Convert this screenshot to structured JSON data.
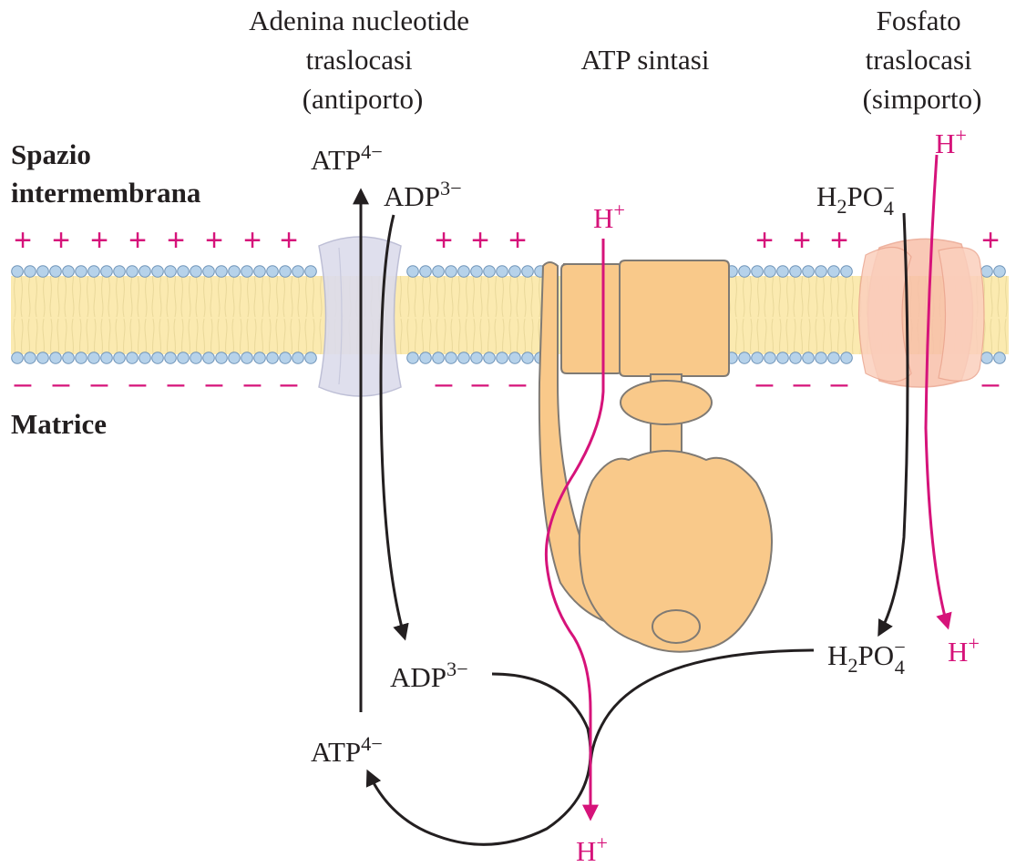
{
  "labels": {
    "antiporter_title": [
      "Adenina nucleotide",
      "traslocasi",
      "(antiporto)"
    ],
    "synthase_title": "ATP sintasi",
    "symporter_title": [
      "Fosfato",
      "traslocasi",
      "(simporto)"
    ],
    "intermembrane_space": [
      "Spazio",
      "intermembrana"
    ],
    "matrix": "Matrice"
  },
  "species": {
    "atp_base": "ATP",
    "atp_charge": "4−",
    "adp_base": "ADP",
    "adp_charge": "3−",
    "phosphate_h": "H",
    "phosphate_sub2": "2",
    "phosphate_po": "PO",
    "phosphate_sub4": "4",
    "phosphate_charge": "−",
    "proton_base": "H",
    "proton_charge": "+"
  },
  "membrane_charges": {
    "positive": "+",
    "negative": "–"
  },
  "colors": {
    "proton": "#d6137a",
    "charge": "#d6137a",
    "arrow": "#231f20",
    "atp_synthase": "#f9c98a",
    "antiporter": "#dcdcec",
    "symporter": "#f8c0aa",
    "membrane_core": "#fbeab0",
    "lipid_head": "#b6d2ea"
  }
}
